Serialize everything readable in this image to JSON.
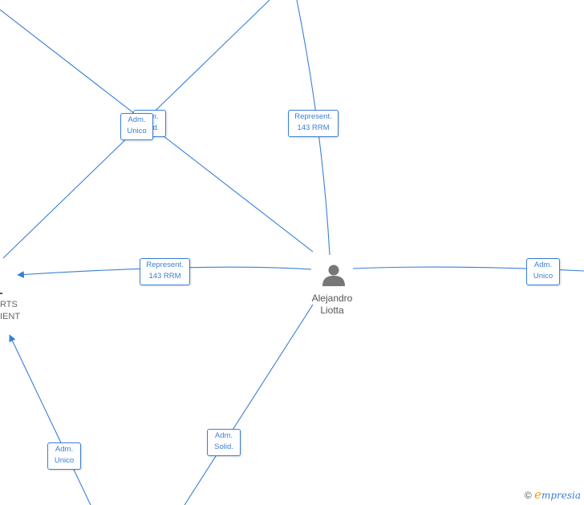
{
  "colors": {
    "accent": "#3a7fd5",
    "node_gray": "#777777"
  },
  "center_node": {
    "line1": "Alejandro",
    "line2": "Liotta",
    "icon": "person-icon"
  },
  "left_node": {
    "line1": "RTS",
    "line2": "IENT"
  },
  "labels": [
    {
      "id": "lbl-top-left-back",
      "l1": "Adm.",
      "l2": "Solid."
    },
    {
      "id": "lbl-top-left",
      "l1": "Adm.",
      "l2": "Unico"
    },
    {
      "id": "lbl-top-right",
      "l1": "Represent.",
      "l2": "143 RRM"
    },
    {
      "id": "lbl-center-left",
      "l1": "Represent.",
      "l2": "143 RRM"
    },
    {
      "id": "lbl-right",
      "l1": "Adm.",
      "l2": "Unico"
    },
    {
      "id": "lbl-bottom-left",
      "l1": "Adm.",
      "l2": "Unico"
    },
    {
      "id": "lbl-bottom-center",
      "l1": "Adm.",
      "l2": "Solid."
    }
  ],
  "watermark": {
    "copyright": "©",
    "brand_first": "e",
    "brand_rest": "mpresia"
  }
}
